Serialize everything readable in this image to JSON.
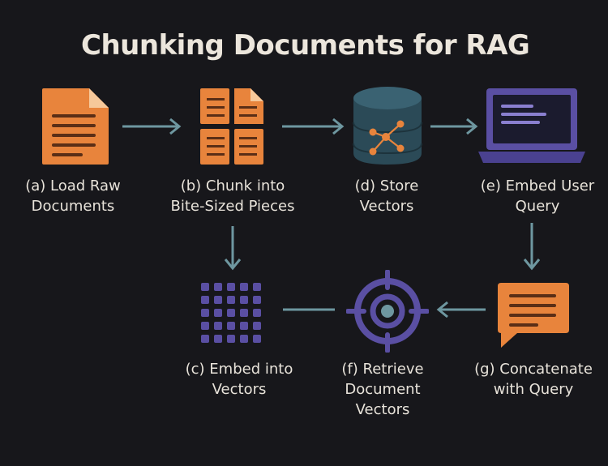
{
  "title": "Chunking Documents for RAG",
  "steps": {
    "a": {
      "label": "(a)  Load Raw\nDocuments",
      "icon": "document-icon"
    },
    "b": {
      "label": "(b) Chunk into\nBite-Sized Pieces",
      "icon": "chunked-document-icon"
    },
    "c": {
      "label": "(c) Embed into\nVectors",
      "icon": "dot-grid-icon"
    },
    "d": {
      "label": "(d)  Store\nVectors",
      "icon": "database-icon"
    },
    "e": {
      "label": "(e) Embed User\nQuery",
      "icon": "laptop-icon"
    },
    "f": {
      "label": "(f) Retrieve\nDocument\nVectors",
      "icon": "target-icon"
    },
    "g": {
      "label": "(g) Concatenate\nwith Query",
      "icon": "chat-bubble-icon"
    }
  },
  "colors": {
    "background": "#17171b",
    "orange": "#e8843c",
    "purple": "#5a4fa3",
    "arrow": "#6e97a0",
    "database": "#2b4a57"
  }
}
